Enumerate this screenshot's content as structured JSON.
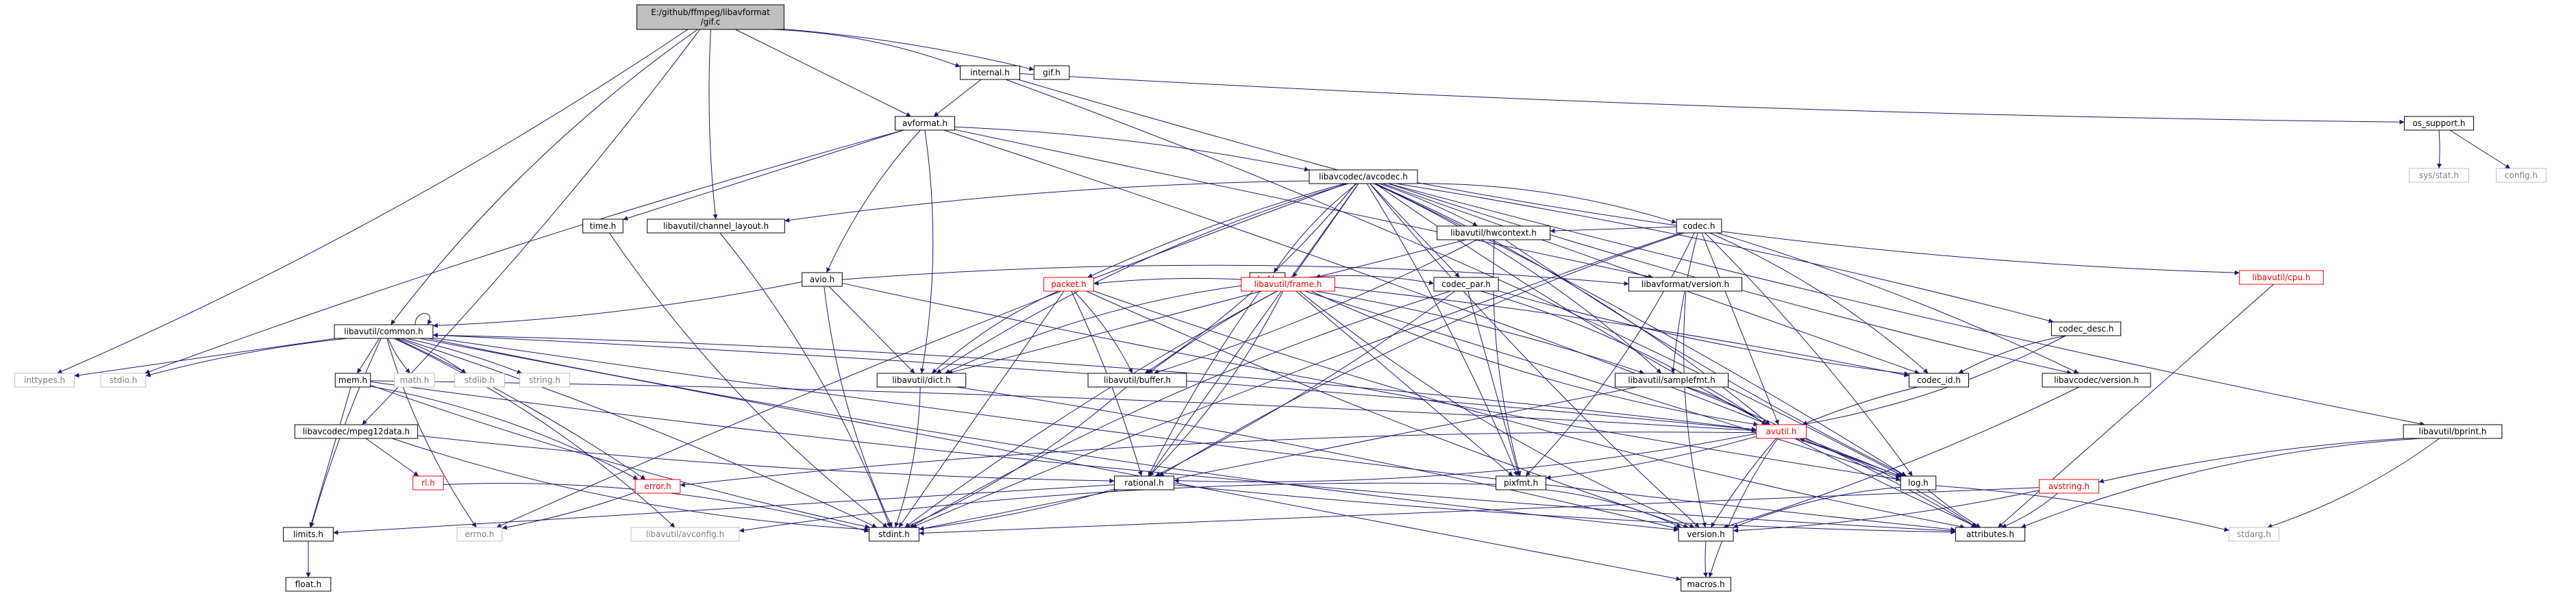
{
  "diagram": {
    "nodes": [
      {
        "id": "gif_c",
        "label": "E:/github/ffmpeg/libavformat\n/gif.c",
        "style": "root"
      },
      {
        "id": "internal_h",
        "label": "internal.h",
        "style": "normal"
      },
      {
        "id": "gif_h",
        "label": "gif.h",
        "style": "normal"
      },
      {
        "id": "avformat_h",
        "label": "avformat.h",
        "style": "normal"
      },
      {
        "id": "os_support_h",
        "label": "os_support.h",
        "style": "normal"
      },
      {
        "id": "sys_stat_h",
        "label": "sys/stat.h",
        "style": "system"
      },
      {
        "id": "config_h",
        "label": "config.h",
        "style": "system"
      },
      {
        "id": "bprint_h",
        "label": "libavutil/bprint.h",
        "style": "normal"
      },
      {
        "id": "avcodec_h",
        "label": "libavcodec/avcodec.h",
        "style": "normal"
      },
      {
        "id": "time_h",
        "label": "time.h",
        "style": "normal"
      },
      {
        "id": "channel_layout_h",
        "label": "libavutil/channel_layout.h",
        "style": "normal"
      },
      {
        "id": "avio_h",
        "label": "avio.h",
        "style": "normal"
      },
      {
        "id": "common_h",
        "label": "libavutil/common.h",
        "style": "normal"
      },
      {
        "id": "inttypes_h",
        "label": "inttypes.h",
        "style": "system"
      },
      {
        "id": "stdio_h",
        "label": "stdio.h",
        "style": "system"
      },
      {
        "id": "math_h",
        "label": "math.h",
        "style": "system"
      },
      {
        "id": "stdlib_h",
        "label": "stdlib.h",
        "style": "system"
      },
      {
        "id": "string_h",
        "label": "string.h",
        "style": "system"
      },
      {
        "id": "mem_h",
        "label": "mem.h",
        "style": "normal"
      },
      {
        "id": "mpeg12data_h",
        "label": "libavcodec/mpeg12data.h",
        "style": "normal"
      },
      {
        "id": "rl_h",
        "label": "rl.h",
        "style": "red"
      },
      {
        "id": "error_h",
        "label": "error.h",
        "style": "red"
      },
      {
        "id": "limits_h",
        "label": "limits.h",
        "style": "normal"
      },
      {
        "id": "float_h",
        "label": "float.h",
        "style": "normal"
      },
      {
        "id": "errno_h",
        "label": "errno.h",
        "style": "system"
      },
      {
        "id": "avconfig_h",
        "label": "libavutil/avconfig.h",
        "style": "system"
      },
      {
        "id": "stdint_h",
        "label": "stdint.h",
        "style": "normal"
      },
      {
        "id": "bsf_h",
        "label": "bsf.h",
        "style": "normal"
      },
      {
        "id": "packet_h",
        "label": "packet.h",
        "style": "red"
      },
      {
        "id": "dict_h",
        "label": "libavutil/dict.h",
        "style": "normal"
      },
      {
        "id": "frame_h",
        "label": "libavutil/frame.h",
        "style": "red"
      },
      {
        "id": "buffer_h",
        "label": "libavutil/buffer.h",
        "style": "normal"
      },
      {
        "id": "hwcontext_h",
        "label": "libavutil/hwcontext.h",
        "style": "normal"
      },
      {
        "id": "codec_par_h",
        "label": "codec_par.h",
        "style": "normal"
      },
      {
        "id": "codec_h",
        "label": "codec.h",
        "style": "normal"
      },
      {
        "id": "avformat_version_h",
        "label": "libavformat/version.h",
        "style": "normal"
      },
      {
        "id": "samplefmt_h",
        "label": "libavutil/samplefmt.h",
        "style": "normal"
      },
      {
        "id": "codec_id_h",
        "label": "codec_id.h",
        "style": "normal"
      },
      {
        "id": "codec_desc_h",
        "label": "codec_desc.h",
        "style": "normal"
      },
      {
        "id": "avcodec_version_h",
        "label": "libavcodec/version.h",
        "style": "normal"
      },
      {
        "id": "cpu_h",
        "label": "libavutil/cpu.h",
        "style": "red"
      },
      {
        "id": "avutil_h",
        "label": "avutil.h",
        "style": "red"
      },
      {
        "id": "rational_h",
        "label": "rational.h",
        "style": "normal"
      },
      {
        "id": "pixfmt_h",
        "label": "pixfmt.h",
        "style": "normal"
      },
      {
        "id": "log_h",
        "label": "log.h",
        "style": "normal"
      },
      {
        "id": "avstring_h",
        "label": "avstring.h",
        "style": "red"
      },
      {
        "id": "version_h",
        "label": "version.h",
        "style": "normal"
      },
      {
        "id": "attributes_h",
        "label": "attributes.h",
        "style": "normal"
      },
      {
        "id": "stdarg_h",
        "label": "stdarg.h",
        "style": "system"
      },
      {
        "id": "macros_h",
        "label": "macros.h",
        "style": "normal"
      }
    ],
    "edges": [
      [
        "gif_c",
        "internal_h"
      ],
      [
        "gif_c",
        "gif_h"
      ],
      [
        "gif_c",
        "avformat_h"
      ],
      [
        "gif_c",
        "channel_layout_h"
      ],
      [
        "gif_c",
        "common_h"
      ],
      [
        "gif_c",
        "inttypes_h"
      ],
      [
        "gif_c",
        "mpeg12data_h"
      ],
      [
        "internal_h",
        "avformat_h"
      ],
      [
        "internal_h",
        "os_support_h"
      ],
      [
        "internal_h",
        "bprint_h"
      ],
      [
        "internal_h",
        "log_h"
      ],
      [
        "os_support_h",
        "sys_stat_h"
      ],
      [
        "os_support_h",
        "config_h"
      ],
      [
        "bprint_h",
        "avstring_h"
      ],
      [
        "bprint_h",
        "attributes_h"
      ],
      [
        "bprint_h",
        "stdarg_h"
      ],
      [
        "avformat_h",
        "avcodec_h"
      ],
      [
        "avformat_h",
        "time_h"
      ],
      [
        "avformat_h",
        "stdio_h"
      ],
      [
        "avformat_h",
        "avio_h"
      ],
      [
        "avformat_h",
        "dict_h"
      ],
      [
        "avformat_h",
        "log_h"
      ],
      [
        "avformat_h",
        "avformat_version_h"
      ],
      [
        "avcodec_h",
        "channel_layout_h"
      ],
      [
        "avcodec_h",
        "bsf_h"
      ],
      [
        "avcodec_h",
        "codec_h"
      ],
      [
        "avcodec_h",
        "hwcontext_h"
      ],
      [
        "avcodec_h",
        "frame_h"
      ],
      [
        "avcodec_h",
        "packet_h"
      ],
      [
        "avcodec_h",
        "dict_h"
      ],
      [
        "avcodec_h",
        "buffer_h"
      ],
      [
        "avcodec_h",
        "codec_desc_h"
      ],
      [
        "avcodec_h",
        "codec_par_h"
      ],
      [
        "avcodec_h",
        "avcodec_version_h"
      ],
      [
        "avcodec_h",
        "cpu_h"
      ],
      [
        "avcodec_h",
        "samplefmt_h"
      ],
      [
        "avcodec_h",
        "pixfmt_h"
      ],
      [
        "avcodec_h",
        "rational_h"
      ],
      [
        "avcodec_h",
        "errno_h"
      ],
      [
        "avcodec_h",
        "attributes_h"
      ],
      [
        "avcodec_h",
        "avutil_h"
      ],
      [
        "avcodec_h",
        "log_h"
      ],
      [
        "avcodec_h",
        "codec_id_h"
      ],
      [
        "avcodec_h",
        "version_h"
      ],
      [
        "time_h",
        "stdint_h"
      ],
      [
        "channel_layout_h",
        "stdint_h"
      ],
      [
        "avio_h",
        "common_h"
      ],
      [
        "avio_h",
        "dict_h"
      ],
      [
        "avio_h",
        "log_h"
      ],
      [
        "avio_h",
        "stdint_h"
      ],
      [
        "avio_h",
        "avformat_version_h"
      ],
      [
        "common_h",
        "common_h"
      ],
      [
        "common_h",
        "inttypes_h"
      ],
      [
        "common_h",
        "stdio_h"
      ],
      [
        "common_h",
        "math_h"
      ],
      [
        "common_h",
        "stdlib_h"
      ],
      [
        "common_h",
        "string_h"
      ],
      [
        "common_h",
        "mem_h"
      ],
      [
        "common_h",
        "limits_h"
      ],
      [
        "common_h",
        "errno_h"
      ],
      [
        "common_h",
        "avconfig_h"
      ],
      [
        "common_h",
        "stdint_h"
      ],
      [
        "common_h",
        "macros_h"
      ],
      [
        "common_h",
        "attributes_h"
      ],
      [
        "common_h",
        "version_h"
      ],
      [
        "common_h",
        "avutil_h"
      ],
      [
        "common_h",
        "error_h"
      ],
      [
        "mem_h",
        "limits_h"
      ],
      [
        "mem_h",
        "stdint_h"
      ],
      [
        "mem_h",
        "attributes_h"
      ],
      [
        "mem_h",
        "error_h"
      ],
      [
        "mem_h",
        "avutil_h"
      ],
      [
        "mpeg12data_h",
        "rl_h"
      ],
      [
        "mpeg12data_h",
        "rational_h"
      ],
      [
        "mpeg12data_h",
        "stdint_h"
      ],
      [
        "rl_h",
        "stdint_h"
      ],
      [
        "error_h",
        "errno_h"
      ],
      [
        "limits_h",
        "float_h"
      ],
      [
        "bsf_h",
        "packet_h"
      ],
      [
        "bsf_h",
        "dict_h"
      ],
      [
        "bsf_h",
        "codec_par_h"
      ],
      [
        "bsf_h",
        "codec_id_h"
      ],
      [
        "bsf_h",
        "log_h"
      ],
      [
        "bsf_h",
        "rational_h"
      ],
      [
        "packet_h",
        "dict_h"
      ],
      [
        "packet_h",
        "buffer_h"
      ],
      [
        "packet_h",
        "rational_h"
      ],
      [
        "packet_h",
        "stdint_h"
      ],
      [
        "packet_h",
        "version_h"
      ],
      [
        "packet_h",
        "attributes_h"
      ],
      [
        "dict_h",
        "stdint_h"
      ],
      [
        "dict_h",
        "version_h"
      ],
      [
        "frame_h",
        "dict_h"
      ],
      [
        "frame_h",
        "buffer_h"
      ],
      [
        "frame_h",
        "avutil_h"
      ],
      [
        "frame_h",
        "rational_h"
      ],
      [
        "frame_h",
        "samplefmt_h"
      ],
      [
        "frame_h",
        "pixfmt_h"
      ],
      [
        "frame_h",
        "stdint_h"
      ],
      [
        "frame_h",
        "version_h"
      ],
      [
        "buffer_h",
        "stdint_h"
      ],
      [
        "hwcontext_h",
        "buffer_h"
      ],
      [
        "hwcontext_h",
        "frame_h"
      ],
      [
        "hwcontext_h",
        "log_h"
      ],
      [
        "hwcontext_h",
        "pixfmt_h"
      ],
      [
        "codec_par_h",
        "avutil_h"
      ],
      [
        "codec_par_h",
        "rational_h"
      ],
      [
        "codec_par_h",
        "pixfmt_h"
      ],
      [
        "codec_par_h",
        "codec_id_h"
      ],
      [
        "codec_par_h",
        "stdint_h"
      ],
      [
        "codec_h",
        "codec_id_h"
      ],
      [
        "codec_h",
        "avcodec_version_h"
      ],
      [
        "codec_h",
        "hwcontext_h"
      ],
      [
        "codec_h",
        "samplefmt_h"
      ],
      [
        "codec_h",
        "rational_h"
      ],
      [
        "codec_h",
        "pixfmt_h"
      ],
      [
        "codec_h",
        "log_h"
      ],
      [
        "codec_h",
        "avutil_h"
      ],
      [
        "codec_h",
        "stdint_h"
      ],
      [
        "avformat_version_h",
        "version_h"
      ],
      [
        "samplefmt_h",
        "avutil_h"
      ],
      [
        "samplefmt_h",
        "attributes_h"
      ],
      [
        "samplefmt_h",
        "stdint_h"
      ],
      [
        "codec_id_h",
        "avutil_h"
      ],
      [
        "codec_desc_h",
        "codec_id_h"
      ],
      [
        "codec_desc_h",
        "avutil_h"
      ],
      [
        "avcodec_version_h",
        "version_h"
      ],
      [
        "cpu_h",
        "attributes_h"
      ],
      [
        "avutil_h",
        "common_h"
      ],
      [
        "avutil_h",
        "error_h"
      ],
      [
        "avutil_h",
        "rational_h"
      ],
      [
        "avutil_h",
        "pixfmt_h"
      ],
      [
        "avutil_h",
        "log_h"
      ],
      [
        "avutil_h",
        "version_h"
      ],
      [
        "avutil_h",
        "macros_h"
      ],
      [
        "avutil_h",
        "attributes_h"
      ],
      [
        "rational_h",
        "stdint_h"
      ],
      [
        "rational_h",
        "limits_h"
      ],
      [
        "rational_h",
        "attributes_h"
      ],
      [
        "pixfmt_h",
        "avconfig_h"
      ],
      [
        "pixfmt_h",
        "version_h"
      ],
      [
        "log_h",
        "stdarg_h"
      ],
      [
        "log_h",
        "avutil_h"
      ],
      [
        "log_h",
        "attributes_h"
      ],
      [
        "log_h",
        "version_h"
      ],
      [
        "avstring_h",
        "attributes_h"
      ],
      [
        "avstring_h",
        "version_h"
      ],
      [
        "avstring_h",
        "stdint_h"
      ],
      [
        "version_h",
        "macros_h"
      ]
    ]
  }
}
